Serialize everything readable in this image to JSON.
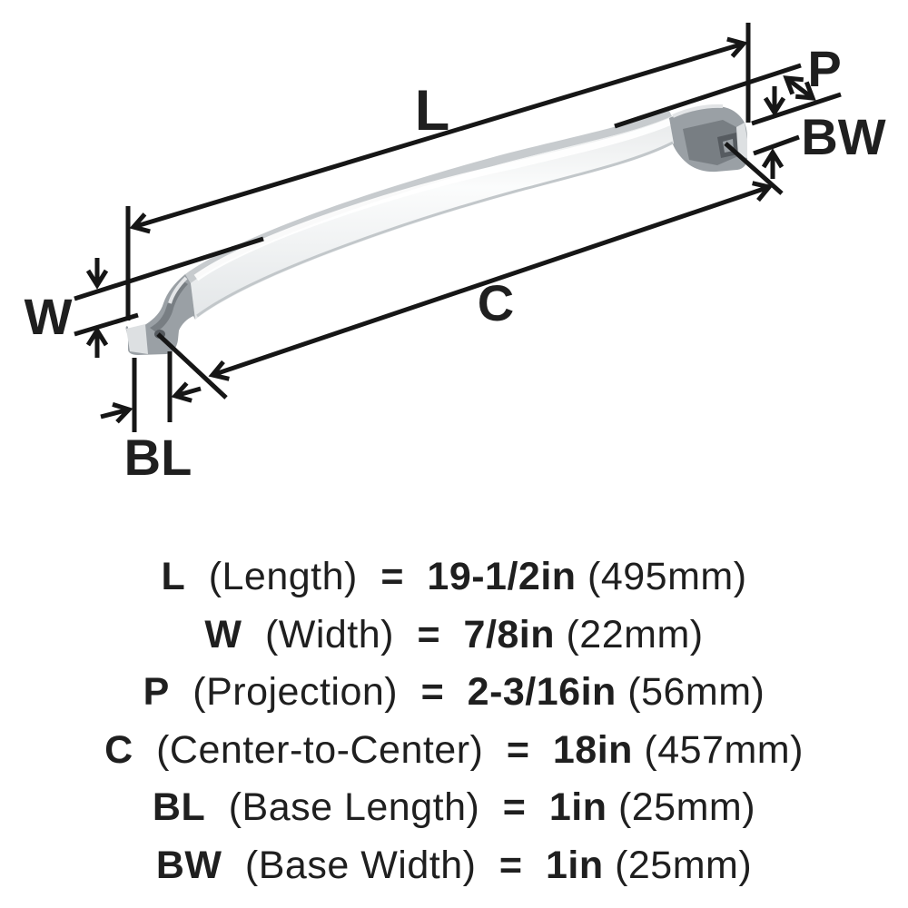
{
  "diagram": {
    "labels": {
      "length": "L",
      "width": "W",
      "projection": "P",
      "center": "C",
      "base_length": "BL",
      "base_width": "BW"
    }
  },
  "specs": {
    "rows": [
      {
        "label": "L",
        "name": "(Length)",
        "equals": "=",
        "imperial": "19-1/2in",
        "metric": "(495mm)"
      },
      {
        "label": "W",
        "name": "(Width)",
        "equals": "=",
        "imperial": "7/8in",
        "metric": "(22mm)"
      },
      {
        "label": "P",
        "name": "(Projection)",
        "equals": "=",
        "imperial": "2-3/16in",
        "metric": "(56mm)"
      },
      {
        "label": "C",
        "name": "(Center-to-Center)",
        "equals": "=",
        "imperial": "18in",
        "metric": "(457mm)"
      },
      {
        "label": "BL",
        "name": "(Base Length)",
        "equals": "=",
        "imperial": "1in",
        "metric": "(25mm)"
      },
      {
        "label": "BW",
        "name": "(Base Width)",
        "equals": "=",
        "imperial": "1in",
        "metric": "(25mm)"
      }
    ]
  },
  "colors": {
    "line": "#161616",
    "text": "#1f1f1f",
    "bg": "#ffffff",
    "metalFace": "#f2f3f4",
    "metalTop": "#c7cbce",
    "metalShade": "#9aa0a5",
    "metalDark": "#787e83",
    "metalDeep": "#565b60",
    "metalHighlight": "#e8eaec",
    "metalLightFace": "#dde0e2"
  }
}
